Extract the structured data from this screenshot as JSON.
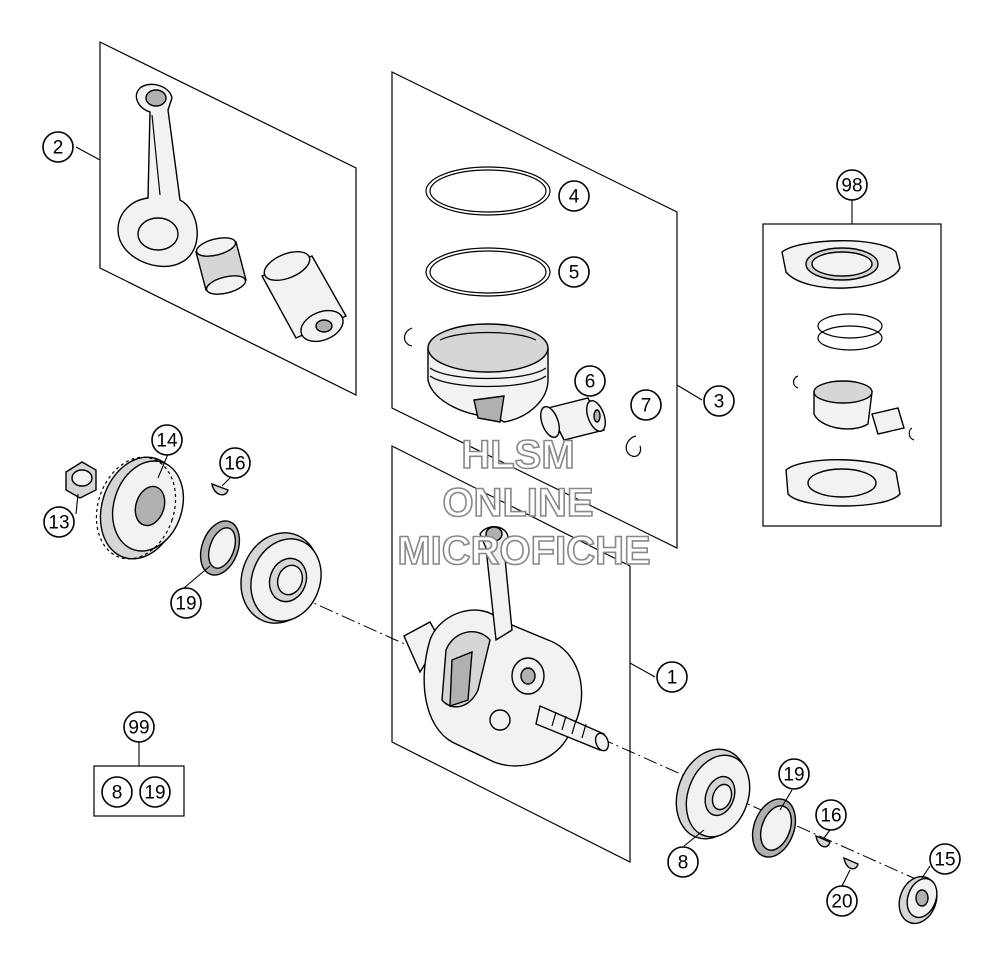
{
  "watermark": {
    "line1": "HLSM",
    "line2": "ONLINE",
    "line3": "MICROFICHE"
  },
  "callouts": {
    "c1": "1",
    "c2": "2",
    "c3": "3",
    "c4": "4",
    "c5": "5",
    "c6": "6",
    "c7": "7",
    "c8": "8",
    "c13": "13",
    "c14": "14",
    "c15": "15",
    "c16a": "16",
    "c16b": "16",
    "c19a": "19",
    "c19b": "19",
    "c20": "20",
    "c98": "98",
    "c99": "99",
    "kit99_a": "8",
    "kit99_b": "19"
  }
}
